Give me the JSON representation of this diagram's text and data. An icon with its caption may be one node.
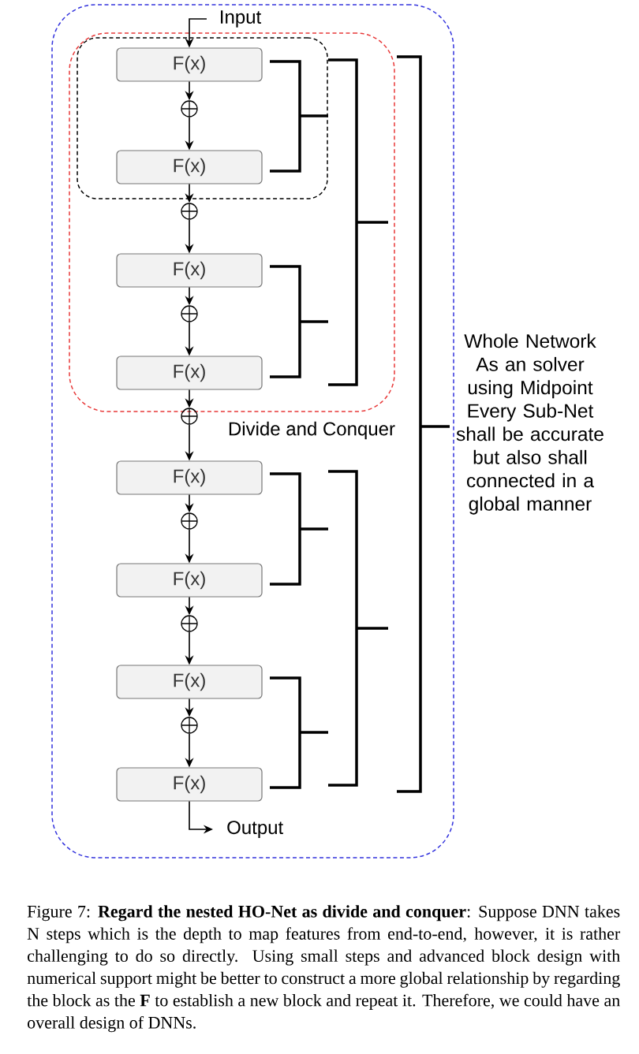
{
  "diagram": {
    "caption": "Figure 7: **Regard the nested HO-Net as divide and conquer**: Suppose DNN takes N steps which is the depth to map features from end-to-end, however, it is rather challenging to do so directly. Using small steps and advanced block design with numerical support might be better to construct a more global relationship by regarding the block as the **F** to establish a new block and repeat it. Therefore, we could have an overall design of DNNs.",
    "nodes": [
      {
        "text": [],
        "shape": "box"
      },
      {
        "text": [
          "Divide and Conquer"
        ],
        "in": 0
      },
      {
        "text": [],
        "shape": "box",
        "in": 1
      },
      {
        "text": [
          "Input"
        ],
        "in": 0
      },
      {
        "text": [
          "F(x)"
        ],
        "in": 2
      },
      {
        "text": [],
        "shape": "circle",
        "in": 2
      },
      {
        "text": [
          "F(x)"
        ],
        "in": 2
      },
      {
        "text": [],
        "shape": "circle",
        "in": 1
      },
      {
        "text": [
          "F(x)"
        ],
        "in": 1
      },
      {
        "text": [],
        "shape": "circle",
        "in": 1
      },
      {
        "text": [
          "F(x)"
        ],
        "in": 1
      },
      {
        "text": [],
        "shape": "circle",
        "in": 0
      },
      {
        "text": [
          "F(x)"
        ],
        "in": 0
      },
      {
        "text": [],
        "shape": "circle",
        "in": 0
      },
      {
        "text": [
          "F(x)"
        ],
        "in": 0
      },
      {
        "text": [],
        "shape": "circle",
        "in": 0
      },
      {
        "text": [
          "F(x)"
        ],
        "in": 0
      },
      {
        "text": [],
        "shape": "circle",
        "in": 0
      },
      {
        "text": [
          "F(x)"
        ],
        "in": 0
      },
      {
        "text": [
          "Output"
        ],
        "in": 0
      }
    ],
    "edges": [
      {
        "from": 3,
        "to": 4,
        "arrow": "to"
      },
      {
        "from": 4,
        "to": 5,
        "arrow": "to"
      },
      {
        "from": 5,
        "to": 6,
        "arrow": "to"
      },
      {
        "from": 6,
        "to": 7,
        "arrow": "to"
      },
      {
        "from": 7,
        "to": 8,
        "arrow": "to"
      },
      {
        "from": 8,
        "to": 9,
        "arrow": "to"
      },
      {
        "from": 9,
        "to": 10,
        "arrow": "to"
      },
      {
        "from": 10,
        "to": 11,
        "arrow": "to"
      },
      {
        "from": 11,
        "to": 12,
        "arrow": "to"
      },
      {
        "from": 12,
        "to": 13,
        "arrow": "to"
      },
      {
        "from": 13,
        "to": 14,
        "arrow": "to"
      },
      {
        "from": 14,
        "to": 15,
        "arrow": "to"
      },
      {
        "from": 15,
        "to": 16,
        "arrow": "to"
      },
      {
        "from": 16,
        "to": 17,
        "arrow": "to"
      },
      {
        "from": 17,
        "to": 18,
        "arrow": "to"
      },
      {
        "from": 18,
        "to": 19,
        "arrow": "to"
      }
    ],
    "labels": [
      "Whole Network As an solver using Midpoint Every Sub-Net shall be accurate but also shall connected in a global manner"
    ]
  }
}
